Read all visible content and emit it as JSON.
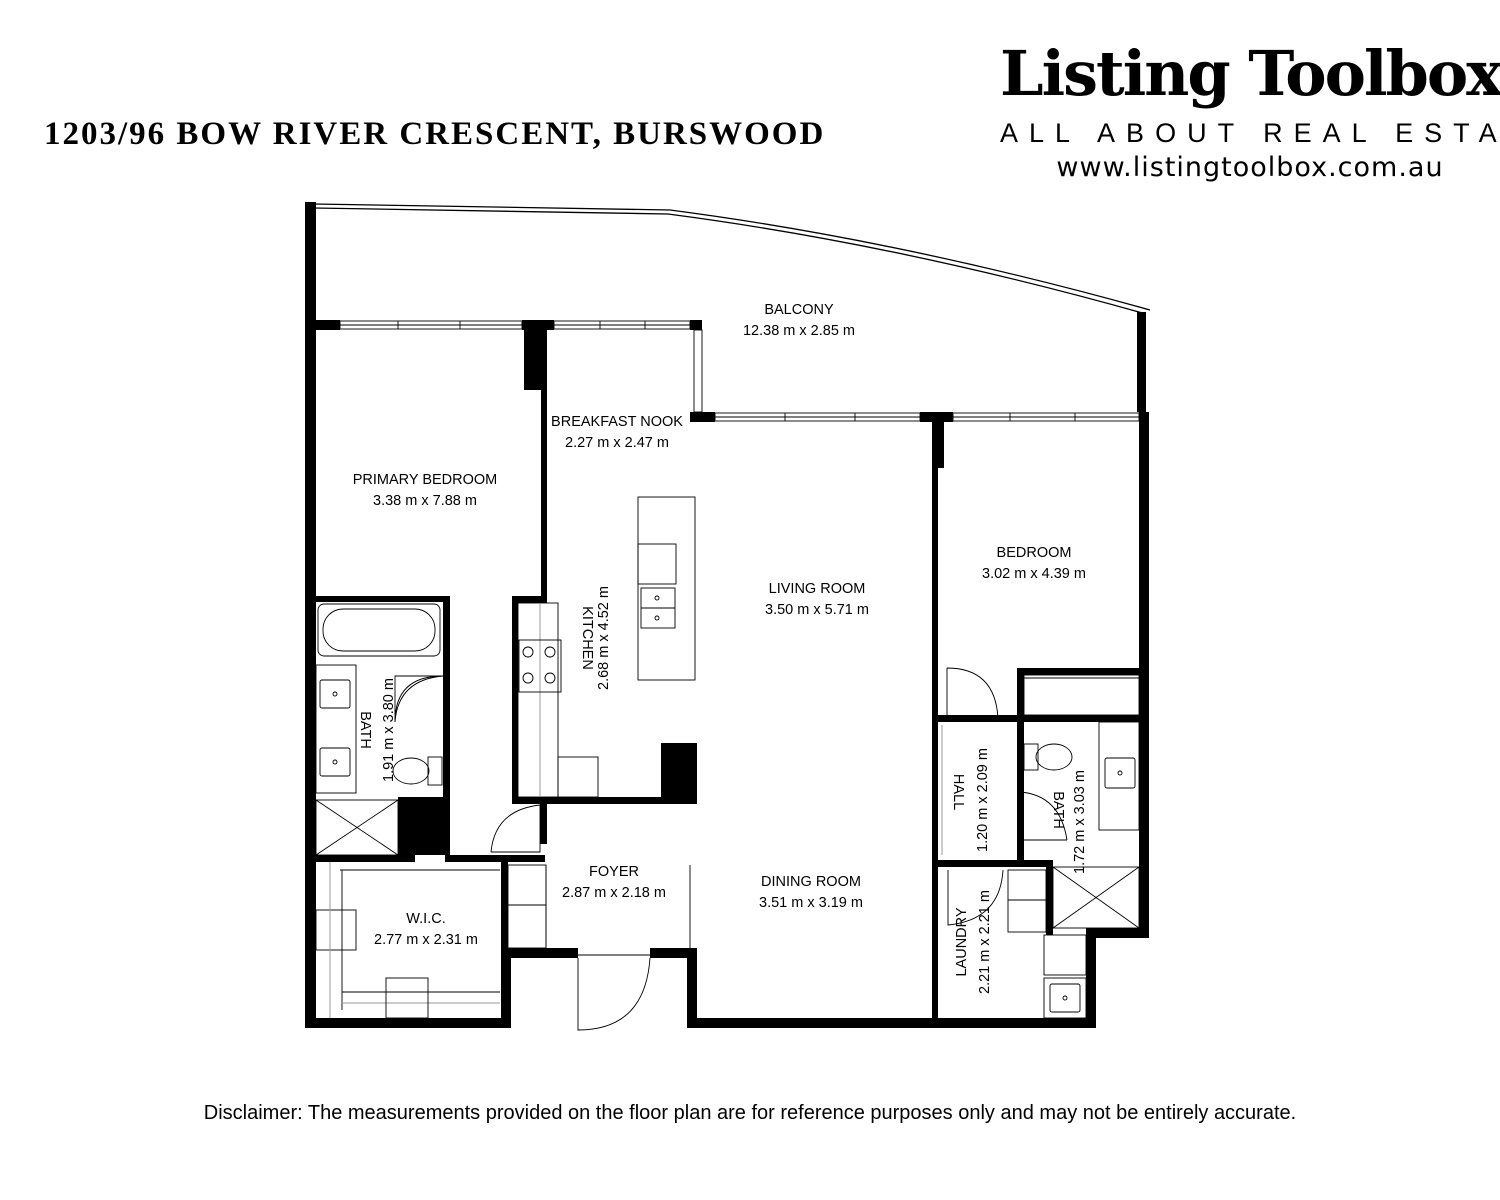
{
  "header": {
    "address": "1203/96 BOW RIVER CRESCENT, BURSWOOD",
    "brand_name": "Listing Toolbox",
    "brand_tagline": "ALL ABOUT REAL ESTATE",
    "brand_url": "www.listingtoolbox.com.au"
  },
  "rooms": {
    "balcony": {
      "name": "BALCONY",
      "size": "12.38 m x 2.85 m"
    },
    "breakfast_nook": {
      "name": "BREAKFAST NOOK",
      "size": "2.27 m x 2.47 m"
    },
    "primary_bedroom": {
      "name": "PRIMARY BEDROOM",
      "size": "3.38 m x 7.88 m"
    },
    "bedroom": {
      "name": "BEDROOM",
      "size": "3.02 m x 4.39 m"
    },
    "living_room": {
      "name": "LIVING ROOM",
      "size": "3.50 m x 5.71 m"
    },
    "kitchen": {
      "name": "KITCHEN",
      "size": "2.68 m x 4.52 m"
    },
    "bath_primary": {
      "name": "BATH",
      "size": "1.91 m x 3.80 m"
    },
    "hall": {
      "name": "HALL",
      "size": "1.20 m x 2.09 m"
    },
    "bath_second": {
      "name": "BATH",
      "size": "1.72 m x 3.03 m"
    },
    "foyer": {
      "name": "FOYER",
      "size": "2.87 m x 2.18 m"
    },
    "dining_room": {
      "name": "DINING ROOM",
      "size": "3.51 m x 3.19 m"
    },
    "wic": {
      "name": "W.I.C.",
      "size": "2.77 m x 2.31 m"
    },
    "laundry": {
      "name": "LAUNDRY",
      "size": "2.21 m x 2.21 m"
    }
  },
  "footer": {
    "disclaimer": "Disclaimer: The measurements provided on the floor plan are for reference purposes only and may not be entirely accurate."
  }
}
